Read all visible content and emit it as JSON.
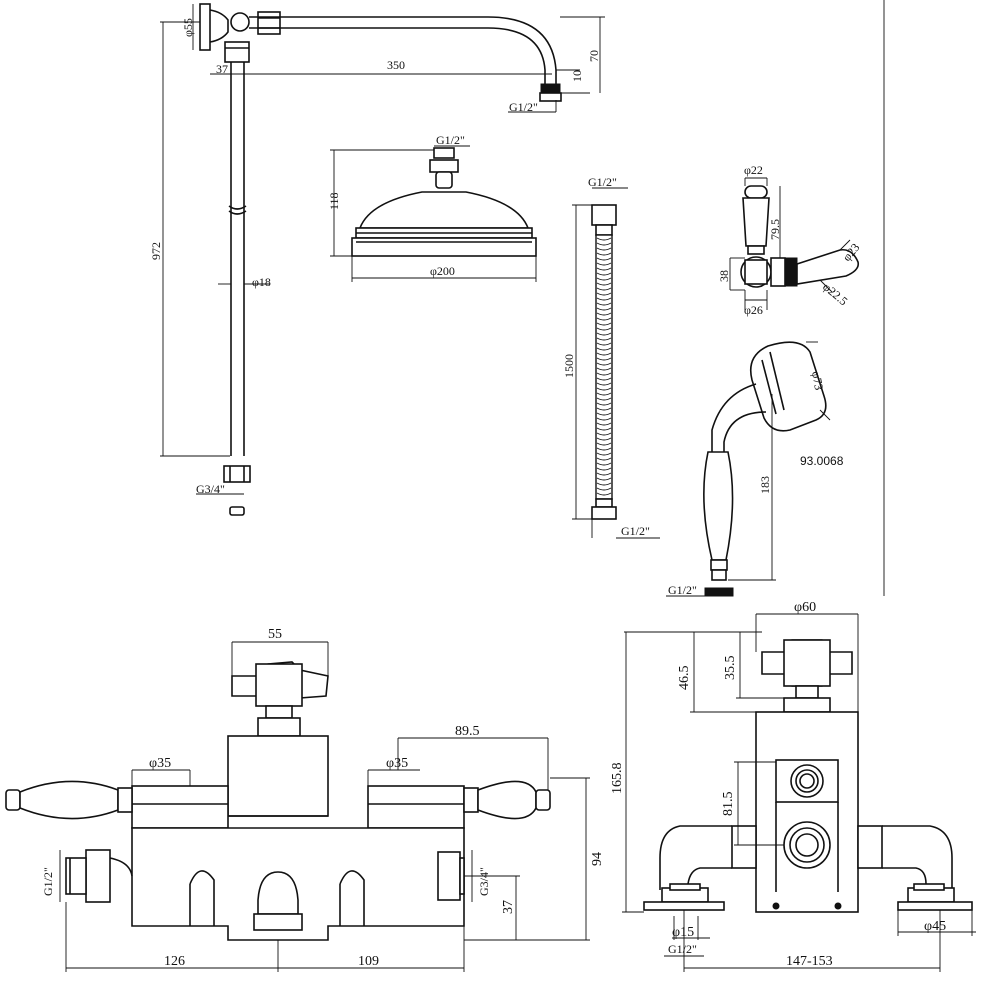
{
  "rail": {
    "arm_length": "350",
    "drop_10": "10",
    "drop_70": "70",
    "wall_dia": "φ55",
    "offset_37": "37",
    "height_972": "972",
    "pipe_dia": "φ18",
    "top_thread": "G1/2\"",
    "bottom_thread": "G3/4\""
  },
  "shower_head": {
    "thread": "G1/2\"",
    "height": "118",
    "diameter": "φ200"
  },
  "hose": {
    "top_thread": "G1/2\"",
    "length": "1500",
    "bottom_thread": "G1/2\""
  },
  "holder": {
    "top_dia": "φ22",
    "height_79": "79.5",
    "arm_dia_23": "φ23",
    "height_38": "38",
    "arm_dia_22": "φ22.5",
    "base_dia": "φ26"
  },
  "handset": {
    "head_dia": "φ73",
    "length": "183",
    "model": "93.0068",
    "thread": "G1/2\""
  },
  "valve_front": {
    "top_width": "55",
    "left_dia": "φ35",
    "right_dia": "φ35",
    "right_reach": "89.5",
    "height_94": "94",
    "left_thread": "G1/2\"",
    "right_thread": "G3/4\"",
    "height_37": "37",
    "left_span": "126",
    "right_span": "109"
  },
  "valve_side": {
    "top_dia": "φ60",
    "h_46": "46.5",
    "h_35": "35.5",
    "h_165": "165.8",
    "h_81": "81.5",
    "inlet_dia": "φ15",
    "outlet_dia": "φ45",
    "thread": "G1/2\"",
    "centres": "147-153"
  }
}
